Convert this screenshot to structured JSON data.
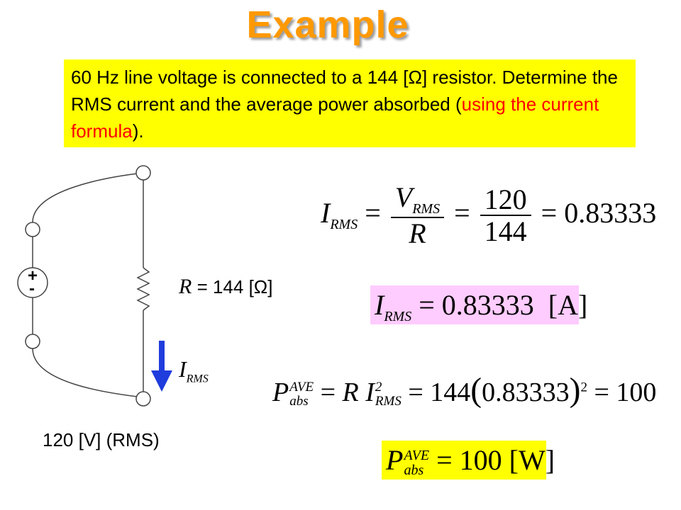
{
  "title": "Example",
  "colors": {
    "title": "#ff9900",
    "problem_bg": "#ffff00",
    "highlight_red": "#ff0000",
    "arrow": "#1f3cdc",
    "result_pink": "#ffccff",
    "result_yellow": "#ffff00"
  },
  "problem": {
    "text_part1": "60 Hz line voltage is connected to a 144 [Ω] resistor. Determine the RMS current and the average power absorbed (",
    "text_highlight": "using the current formula",
    "text_part2": ")."
  },
  "circuit": {
    "source_plus": "+",
    "source_minus": "-",
    "resistor_var": "R",
    "resistor_value": "= 144 [Ω]",
    "current_label": "I",
    "current_sub": "RMS",
    "source_label": "120 [V] (RMS)"
  },
  "equations": {
    "irms_lhs": "I",
    "irms_lhs_sub": "RMS",
    "eq1": "=",
    "v_num": "V",
    "v_num_sub": "RMS",
    "v_den": "R",
    "eq2": "=",
    "num2": "120",
    "den2": "144",
    "eq3": "=",
    "irms_val": "0.83333",
    "result1_lhs": "I",
    "result1_sub": "RMS",
    "result1_rhs": "= 0.83333  [A]",
    "p_lhs": "P",
    "p_sup": "AVE",
    "p_sub": "abs",
    "p_eq1": "=",
    "p_r": "R",
    "p_i": "I",
    "p_i_sup": "2",
    "p_i_sub": "RMS",
    "p_eq2": "= 144",
    "p_paren_val": "0.83333",
    "p_paren_sup": "2",
    "p_eq3": "= 100",
    "result2_lhs": "P",
    "result2_sup": "AVE",
    "result2_sub": "abs",
    "result2_rhs": "= 100 [W]"
  }
}
